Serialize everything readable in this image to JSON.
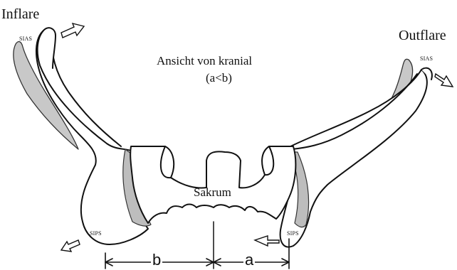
{
  "labels": {
    "inflare": "Inflare",
    "outflare": "Outflare",
    "title_line1": "Ansicht von kranial",
    "title_line2": "(a<b)",
    "sias_left": "SIAS",
    "sias_right": "SIAS",
    "sips_left": "SIPS",
    "sips_right": "SIPS",
    "sakrum": "Sakrum",
    "segment_b": "b",
    "segment_a": "a"
  },
  "colors": {
    "outline": "#111111",
    "shading": "#c8c8c8"
  }
}
